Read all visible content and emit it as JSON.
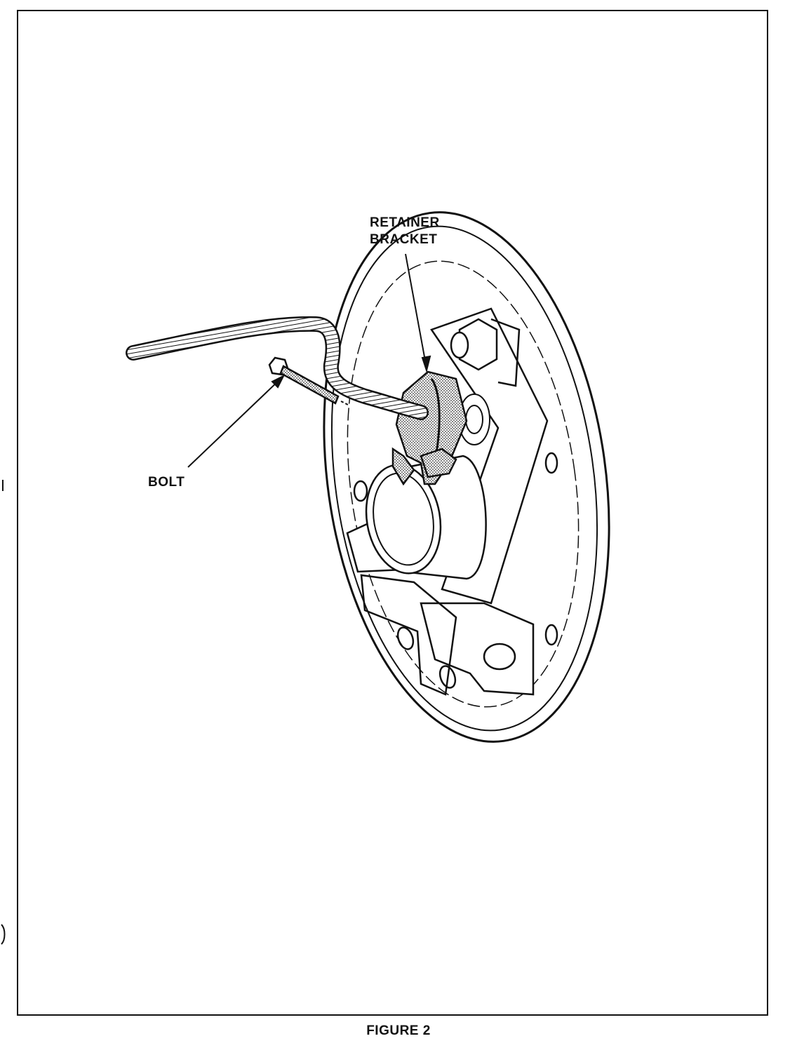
{
  "figure": {
    "caption": "FIGURE 2",
    "callouts": {
      "retainer_bracket_line1": "RETAINER",
      "retainer_bracket_line2": "BRACKET",
      "bolt": "BOLT"
    }
  },
  "colors": {
    "ink": "#111111",
    "paper": "#ffffff",
    "stipple": "#9a9a9a"
  }
}
